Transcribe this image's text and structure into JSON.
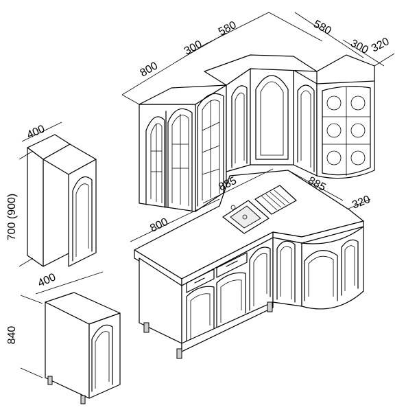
{
  "dimensions": {
    "upper_left_width": "800",
    "upper_left_depth": "300",
    "upper_corner_left": "580",
    "upper_corner_right": "580",
    "upper_right_depth": "300",
    "upper_end_depth": "320",
    "tall_unit_depth": "400",
    "tall_unit_height": "700 (900)",
    "base_left_width": "800",
    "base_corner_left": "885",
    "base_corner_right": "885",
    "base_end_depth": "320",
    "base_unit_depth": "400",
    "base_unit_height": "840"
  }
}
